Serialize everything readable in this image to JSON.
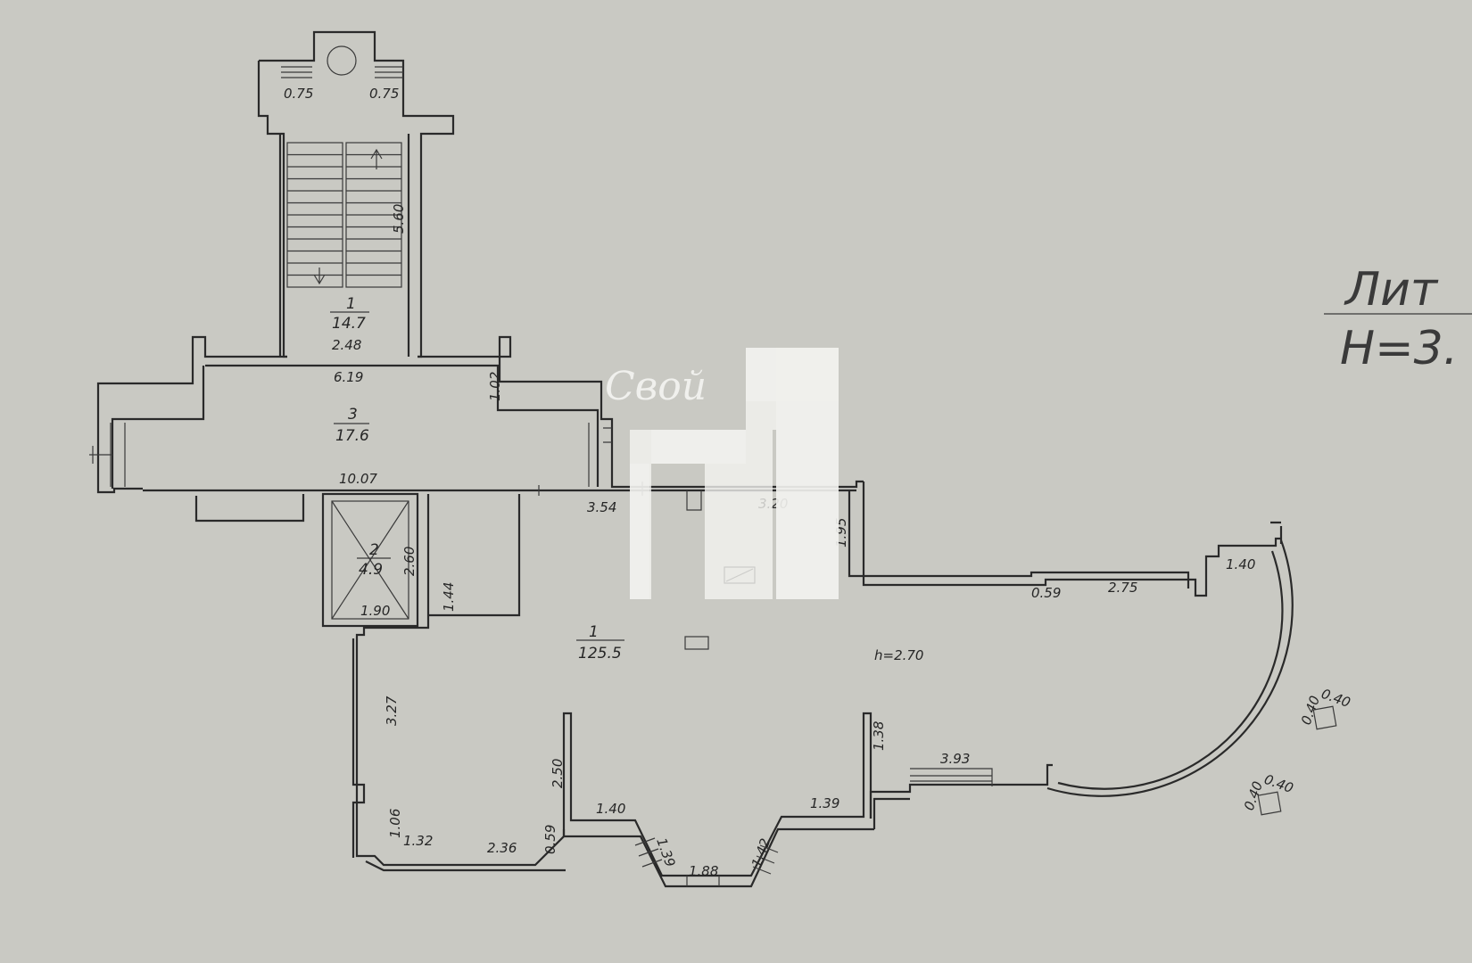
{
  "title": {
    "line1": "Лит",
    "line2": "Н=3."
  },
  "watermark": {
    "text": "Свой"
  },
  "height_note": "h=2.70",
  "rooms": {
    "stair": {
      "number": "1",
      "area": "14.7"
    },
    "corridor": {
      "number": "3",
      "area": "17.6"
    },
    "lift": {
      "number": "2",
      "area": "4.9"
    },
    "main": {
      "number": "1",
      "area": "125.5"
    }
  },
  "dimensions": {
    "d_075_left": "0.75",
    "d_075_right": "0.75",
    "d_560": "5.60",
    "d_248": "2.48",
    "d_619": "6.19",
    "d_102": "1.02",
    "d_1007": "10.07",
    "d_354": "3.54",
    "d_320": "3.20",
    "d_195": "1.95",
    "d_260": "2.60",
    "d_144": "1.44",
    "d_190": "1.90",
    "d_059_top": "0.59",
    "d_275": "2.75",
    "d_140_arc": "1.40",
    "d_327": "3.27",
    "d_250": "2.50",
    "d_138": "1.38",
    "d_393": "3.93",
    "d_106": "1.06",
    "d_132": "1.32",
    "d_236": "2.36",
    "d_059_bottom": "0.59",
    "d_140_bay": "1.40",
    "d_139_bay": "1.39",
    "d_139_diag": "1.39",
    "d_188": "1.88",
    "d_142": "1.42",
    "d_040_a1": "0.40",
    "d_040_a2": "0.40",
    "d_040_b1": "0.40",
    "d_040_b2": "0.40"
  }
}
